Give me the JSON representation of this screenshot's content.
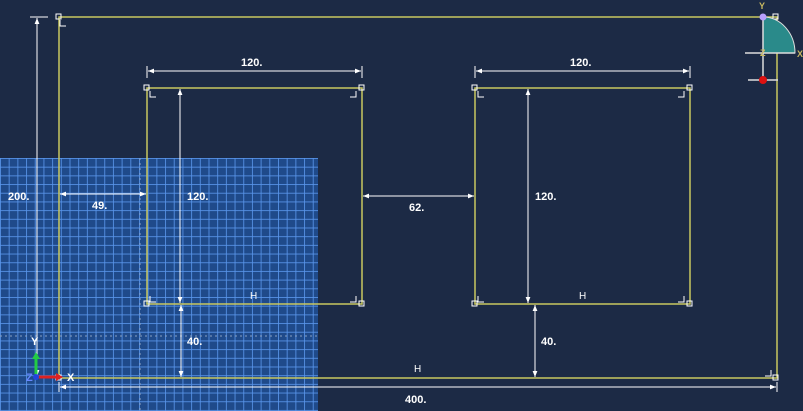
{
  "sketch": {
    "dimensions": {
      "overall_width": "400.",
      "overall_height": "200.",
      "left_offset": "49.",
      "gap_between_cutouts": "62.",
      "cutout_left_width": "120.",
      "cutout_left_height": "120.",
      "cutout_left_bottom_offset": "40.",
      "cutout_right_width": "120.",
      "cutout_right_height": "120.",
      "cutout_right_bottom_offset": "40."
    },
    "constraint_labels": {
      "horizontal_left": "H",
      "horizontal_right": "H",
      "horizontal_bottom": "H"
    }
  },
  "origin_triad": {
    "y": "Y",
    "x": "X",
    "z": "Z"
  },
  "view_triad": {
    "y": "Y",
    "x": "X",
    "z": "Z"
  },
  "colors": {
    "background": "#1c2a45",
    "geometry": "#c8c860",
    "dimension": "#ffffff",
    "grid": "#1f4a8a"
  }
}
